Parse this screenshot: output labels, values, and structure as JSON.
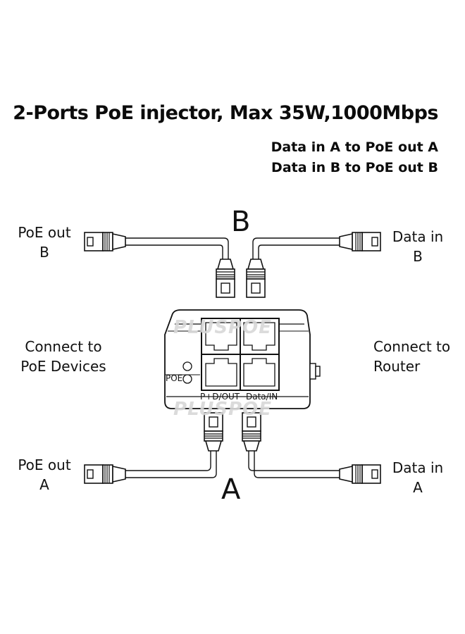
{
  "title": "2-Ports PoE injector, Max 35W,1000Mbps",
  "subtitle_lines": [
    "Data in A to PoE out A",
    "Data in B to PoE out B"
  ],
  "labels": {
    "top_center": "B",
    "bottom_center": "A",
    "poe_out_b": [
      "PoE out",
      "B"
    ],
    "data_in_b": [
      "Data in",
      "B"
    ],
    "connect_poe": [
      "Connect to",
      "PoE Devices"
    ],
    "connect_router": [
      "Connect to",
      "Router"
    ],
    "poe_out_a": [
      "PoE out",
      "A"
    ],
    "data_in_a": [
      "Data in",
      "A"
    ]
  },
  "device": {
    "brand_watermark": "PLUSPOE",
    "poe_led_label": "POE",
    "port_label_left": "P+D/OUT",
    "port_label_right": "Data/IN"
  }
}
